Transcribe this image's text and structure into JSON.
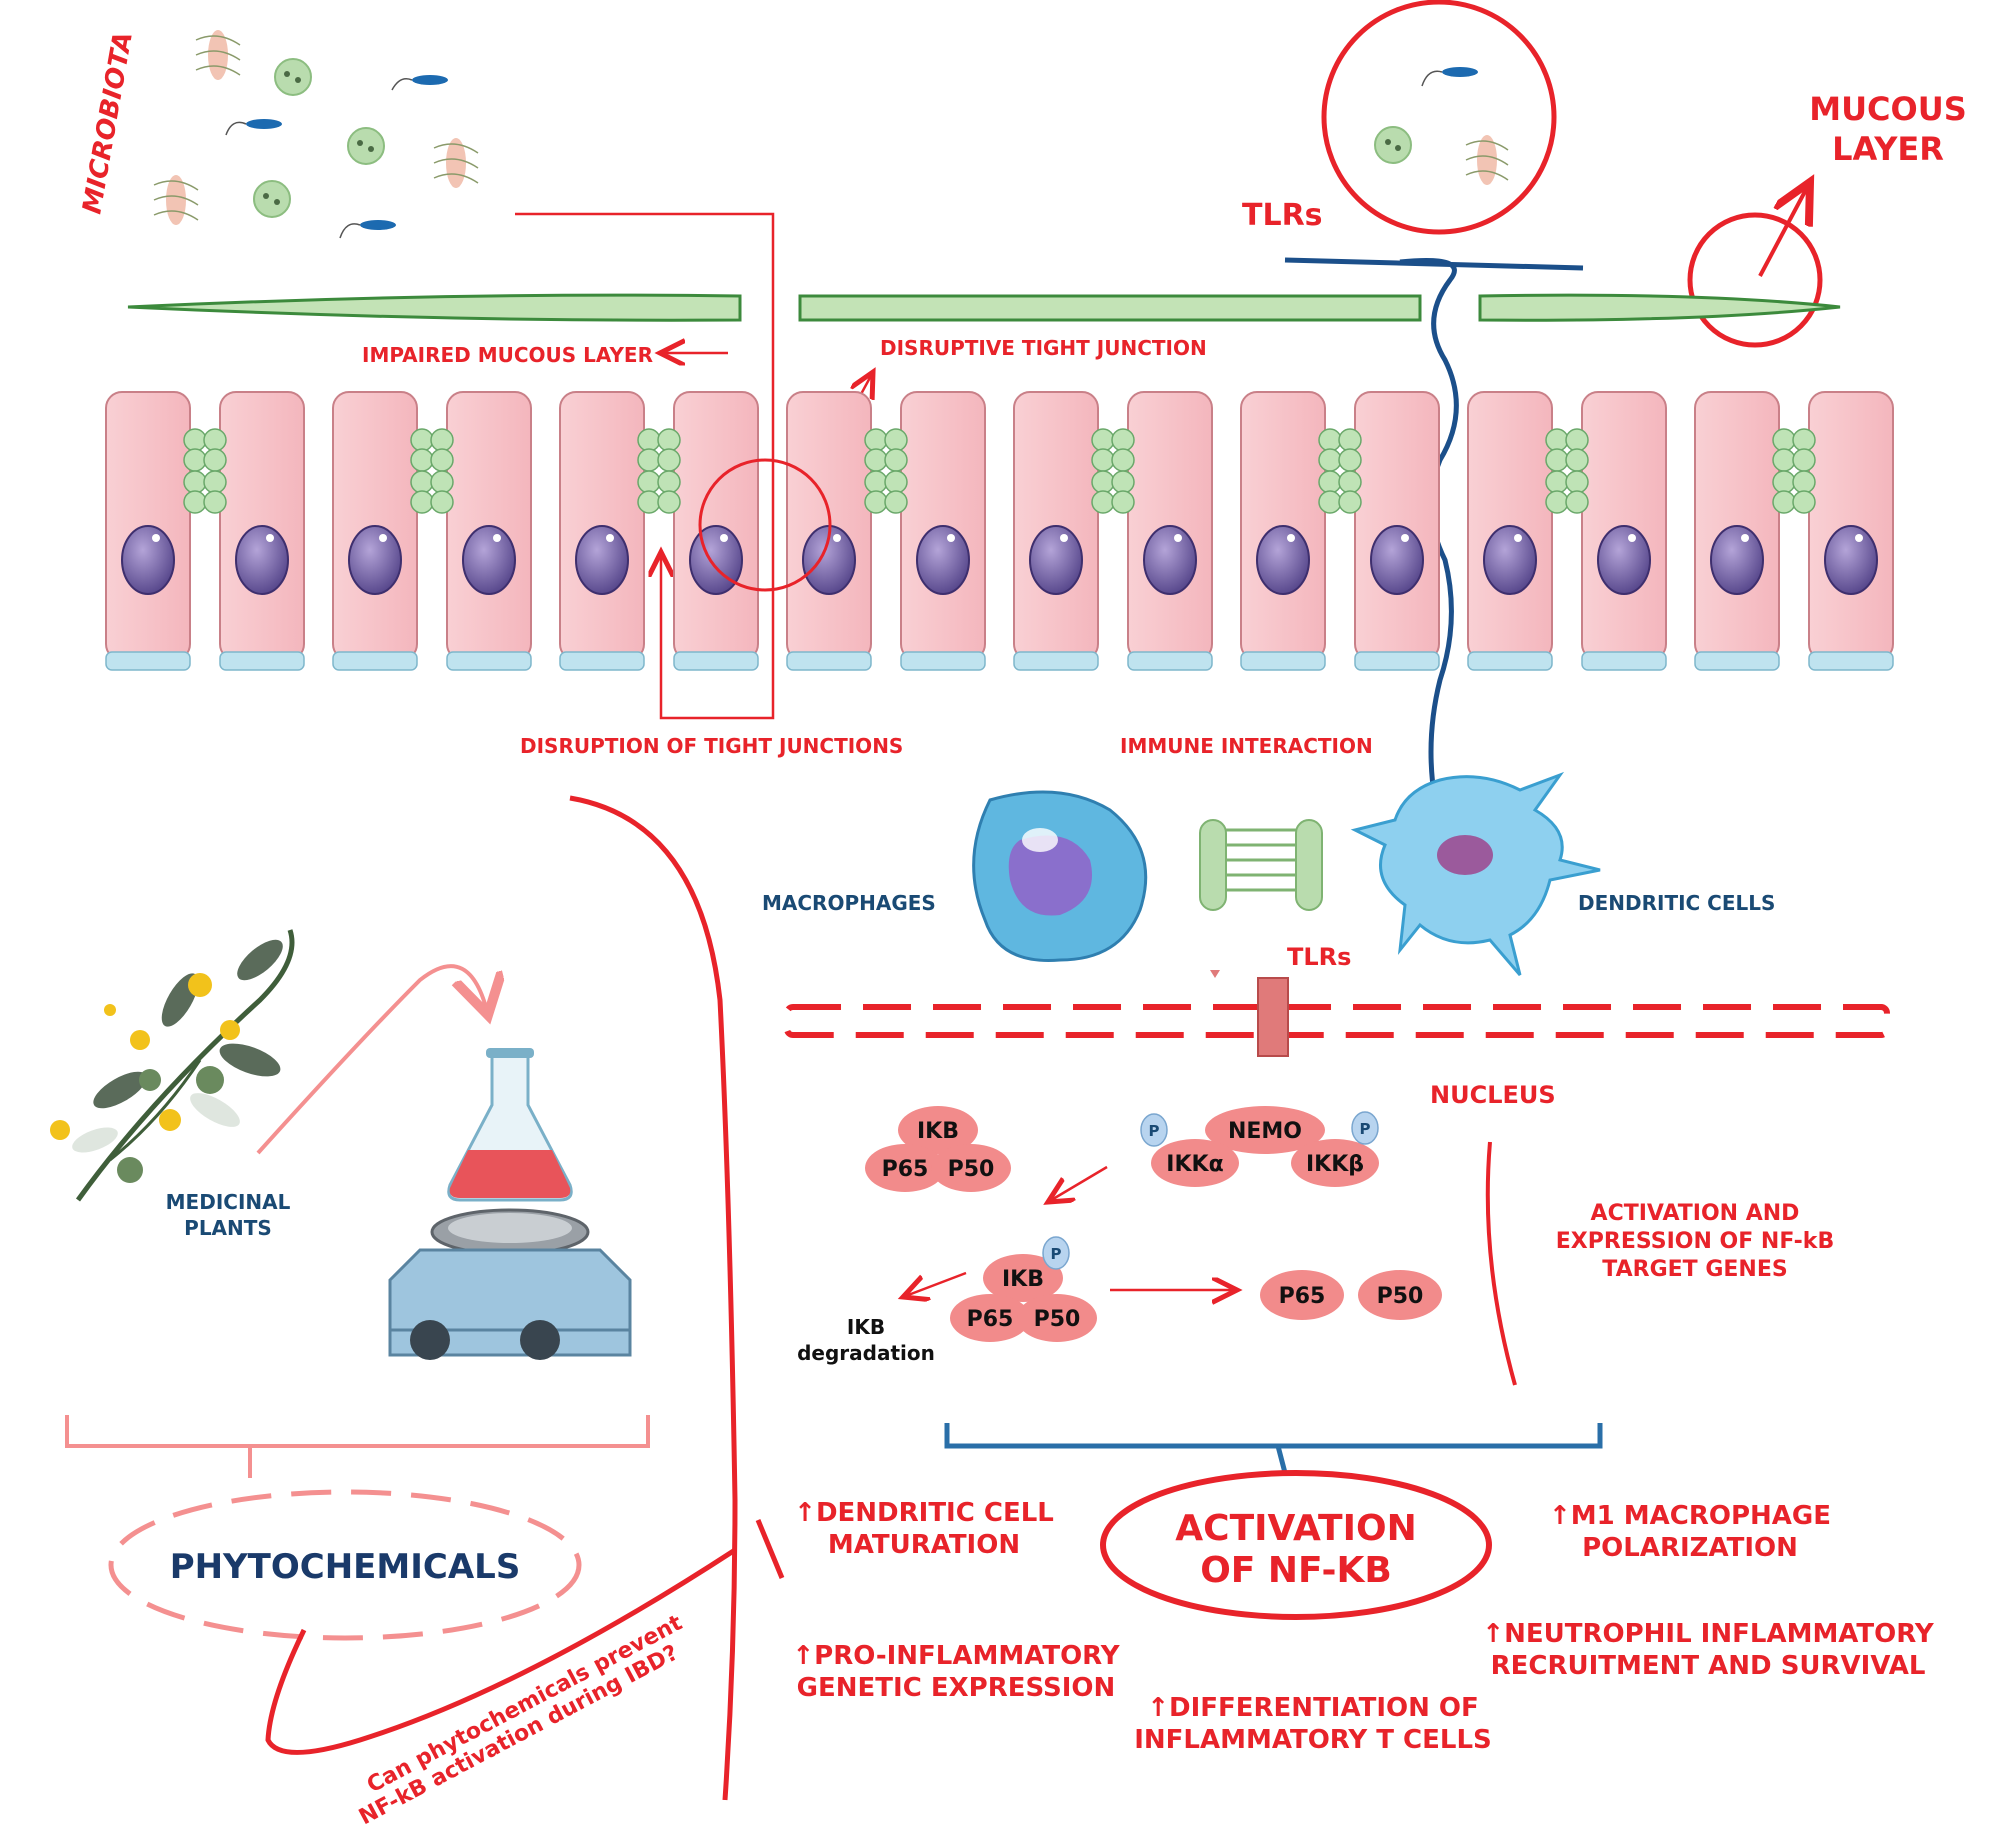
{
  "labels": {
    "microbiota": "MICROBIOTA",
    "mucous_layer_1": "MUCOUS",
    "mucous_layer_2": "LAYER",
    "tlrs_top": "TLRs",
    "impaired_mucous": "IMPAIRED MUCOUS LAYER",
    "disruptive_tj": "DISRUPTIVE TIGHT JUNCTION",
    "disruption_tj": "DISRUPTION OF TIGHT JUNCTIONS",
    "immune_interaction": "IMMUNE INTERACTION",
    "macrophages": "MACROPHAGES",
    "dendritic_cells": "DENDRITIC CELLS",
    "tlrs_bottom": "TLRs",
    "nucleus": "NUCLEUS",
    "medicinal_1": "MEDICINAL",
    "medicinal_2": "PLANTS",
    "phytochemicals": "PHYTOCHEMICALS",
    "question_1": "Can phytochemicals prevent",
    "question_2": "NF-kB activation during IBD?",
    "ikb_deg_1": "IKB",
    "ikb_deg_2": "degradation",
    "activation_expr_1": "ACTIVATION AND",
    "activation_expr_2": "EXPRESSION OF NF-kB",
    "activation_expr_3": "TARGET GENES",
    "nfkb_1": "ACTIVATION",
    "nfkb_2": "OF NF-KB",
    "dc_maturation_1": "↑DENDRITIC CELL",
    "dc_maturation_2": "MATURATION",
    "proinfl_1": "↑PRO-INFLAMMATORY",
    "proinfl_2": "GENETIC EXPRESSION",
    "diff_t_1": "↑DIFFERENTIATION OF",
    "diff_t_2": "INFLAMMATORY T CELLS",
    "m1_1": "↑M1 MACROPHAGE",
    "m1_2": "POLARIZATION",
    "neut_1": "↑NEUTROPHIL INFLAMMATORY",
    "neut_2": "RECRUITMENT AND SURVIVAL"
  },
  "proteins": {
    "ikb": "IKB",
    "p65": "P65",
    "p50": "P50",
    "nemo": "NEMO",
    "ikka": "IKKα",
    "ikkb": "IKKβ",
    "phospho": "P"
  },
  "colors": {
    "accent_red": "#e8232a",
    "dark_blue": "#1a4a74",
    "cell_pink": "#f7c4c8",
    "protein_red": "#f28b8b",
    "mucus_green": "#3c8a3c",
    "bracket_blue": "#2a6fa8"
  }
}
